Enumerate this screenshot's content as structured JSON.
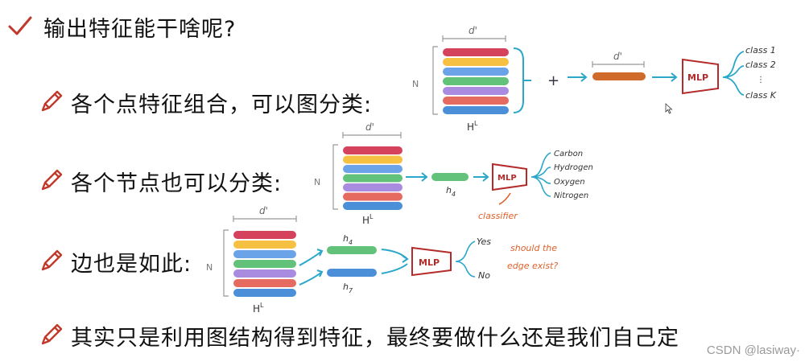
{
  "lines": [
    {
      "text": "输出特征能干啥呢?"
    },
    {
      "text": "各个点特征组合，可以图分类:"
    },
    {
      "text": "各个节点也可以分类:"
    },
    {
      "text": "边也是如此:"
    },
    {
      "text": "其实只是利用图结构得到特征，最终要做什么还是我们自己定"
    }
  ],
  "diagram_graph": {
    "d_label": "d'",
    "n_label": "N",
    "h_label": "H",
    "h_sup": "L",
    "plus": "+",
    "vec_d_label": "d'",
    "mlp": "MLP",
    "classes": [
      "class 1",
      "class 2",
      "⋮",
      "class K"
    ]
  },
  "diagram_node": {
    "d_label": "d'",
    "n_label": "N",
    "h_label": "H",
    "h_sup": "L",
    "vec_label": "h",
    "vec_sub": "4",
    "mlp": "MLP",
    "classifier": "classifier",
    "outputs": [
      "Carbon",
      "Hydrogen",
      "Oxygen",
      "Nitrogen"
    ]
  },
  "diagram_edge": {
    "d_label": "d'",
    "n_label": "N",
    "h_label": "H",
    "h_sup": "L",
    "vec1_label": "h",
    "vec1_sub": "4",
    "vec2_label": "h",
    "vec2_sub": "7",
    "mlp": "MLP",
    "yes": "Yes",
    "no": "No",
    "question1": "should the",
    "question2": "edge exist?"
  },
  "watermark": "CSDN @lasiway·",
  "colors": {
    "stripes": [
      "#d4435b",
      "#f6c142",
      "#6aa3e8",
      "#62c27a",
      "#a98be0",
      "#e56b61",
      "#4a8fd8"
    ],
    "check": "#c0392b",
    "pencil": "#c0392b",
    "arrow": "#2aa7c9",
    "mlp": "#b52a2a",
    "orange_vec": "#d06a2a",
    "green_vec": "#62c27a",
    "blue_vec": "#4a8fd8",
    "annotation": "#e0612a"
  }
}
